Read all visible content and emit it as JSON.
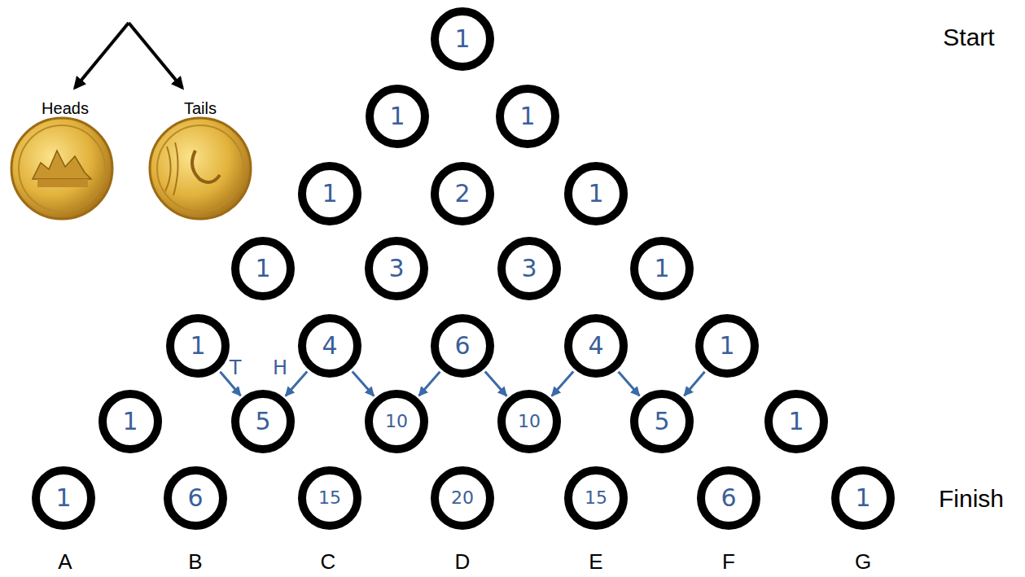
{
  "diagram": {
    "nodes": [
      {
        "text": [
          "1"
        ]
      },
      {
        "text": [
          "1"
        ]
      },
      {
        "text": [
          "1"
        ]
      },
      {
        "text": [
          "1"
        ]
      },
      {
        "text": [
          "2"
        ]
      },
      {
        "text": [
          "1"
        ]
      },
      {
        "text": [
          "1"
        ]
      },
      {
        "text": [
          "3"
        ]
      },
      {
        "text": [
          "3"
        ]
      },
      {
        "text": [
          "1"
        ]
      },
      {
        "text": [
          "1"
        ]
      },
      {
        "text": [
          "4"
        ]
      },
      {
        "text": [
          "6"
        ]
      },
      {
        "text": [
          "4"
        ]
      },
      {
        "text": [
          "1"
        ]
      },
      {
        "text": [
          "1"
        ]
      },
      {
        "text": [
          "5"
        ]
      },
      {
        "text": [
          "10"
        ]
      },
      {
        "text": [
          "10"
        ]
      },
      {
        "text": [
          "5"
        ]
      },
      {
        "text": [
          "1"
        ]
      },
      {
        "text": [
          "1"
        ]
      },
      {
        "text": [
          "6"
        ]
      },
      {
        "text": [
          "15"
        ]
      },
      {
        "text": [
          "20"
        ]
      },
      {
        "text": [
          "15"
        ]
      },
      {
        "text": [
          "6"
        ]
      },
      {
        "text": [
          "1"
        ]
      }
    ],
    "edges": [
      {
        "from": 10,
        "to": 16,
        "arrow": "to",
        "label": "T"
      },
      {
        "from": 11,
        "to": 16,
        "arrow": "to",
        "label": "H"
      },
      {
        "from": 11,
        "to": 17,
        "arrow": "to"
      },
      {
        "from": 12,
        "to": 17,
        "arrow": "to"
      },
      {
        "from": 12,
        "to": 18,
        "arrow": "to"
      },
      {
        "from": 13,
        "to": 18,
        "arrow": "to"
      },
      {
        "from": 13,
        "to": 19,
        "arrow": "to"
      },
      {
        "from": 14,
        "to": 19,
        "arrow": "to"
      }
    ],
    "labels": [
      "Heads",
      "Tails",
      "Start",
      "Finish",
      "A",
      "B",
      "C",
      "D",
      "E",
      "F",
      "G"
    ]
  }
}
